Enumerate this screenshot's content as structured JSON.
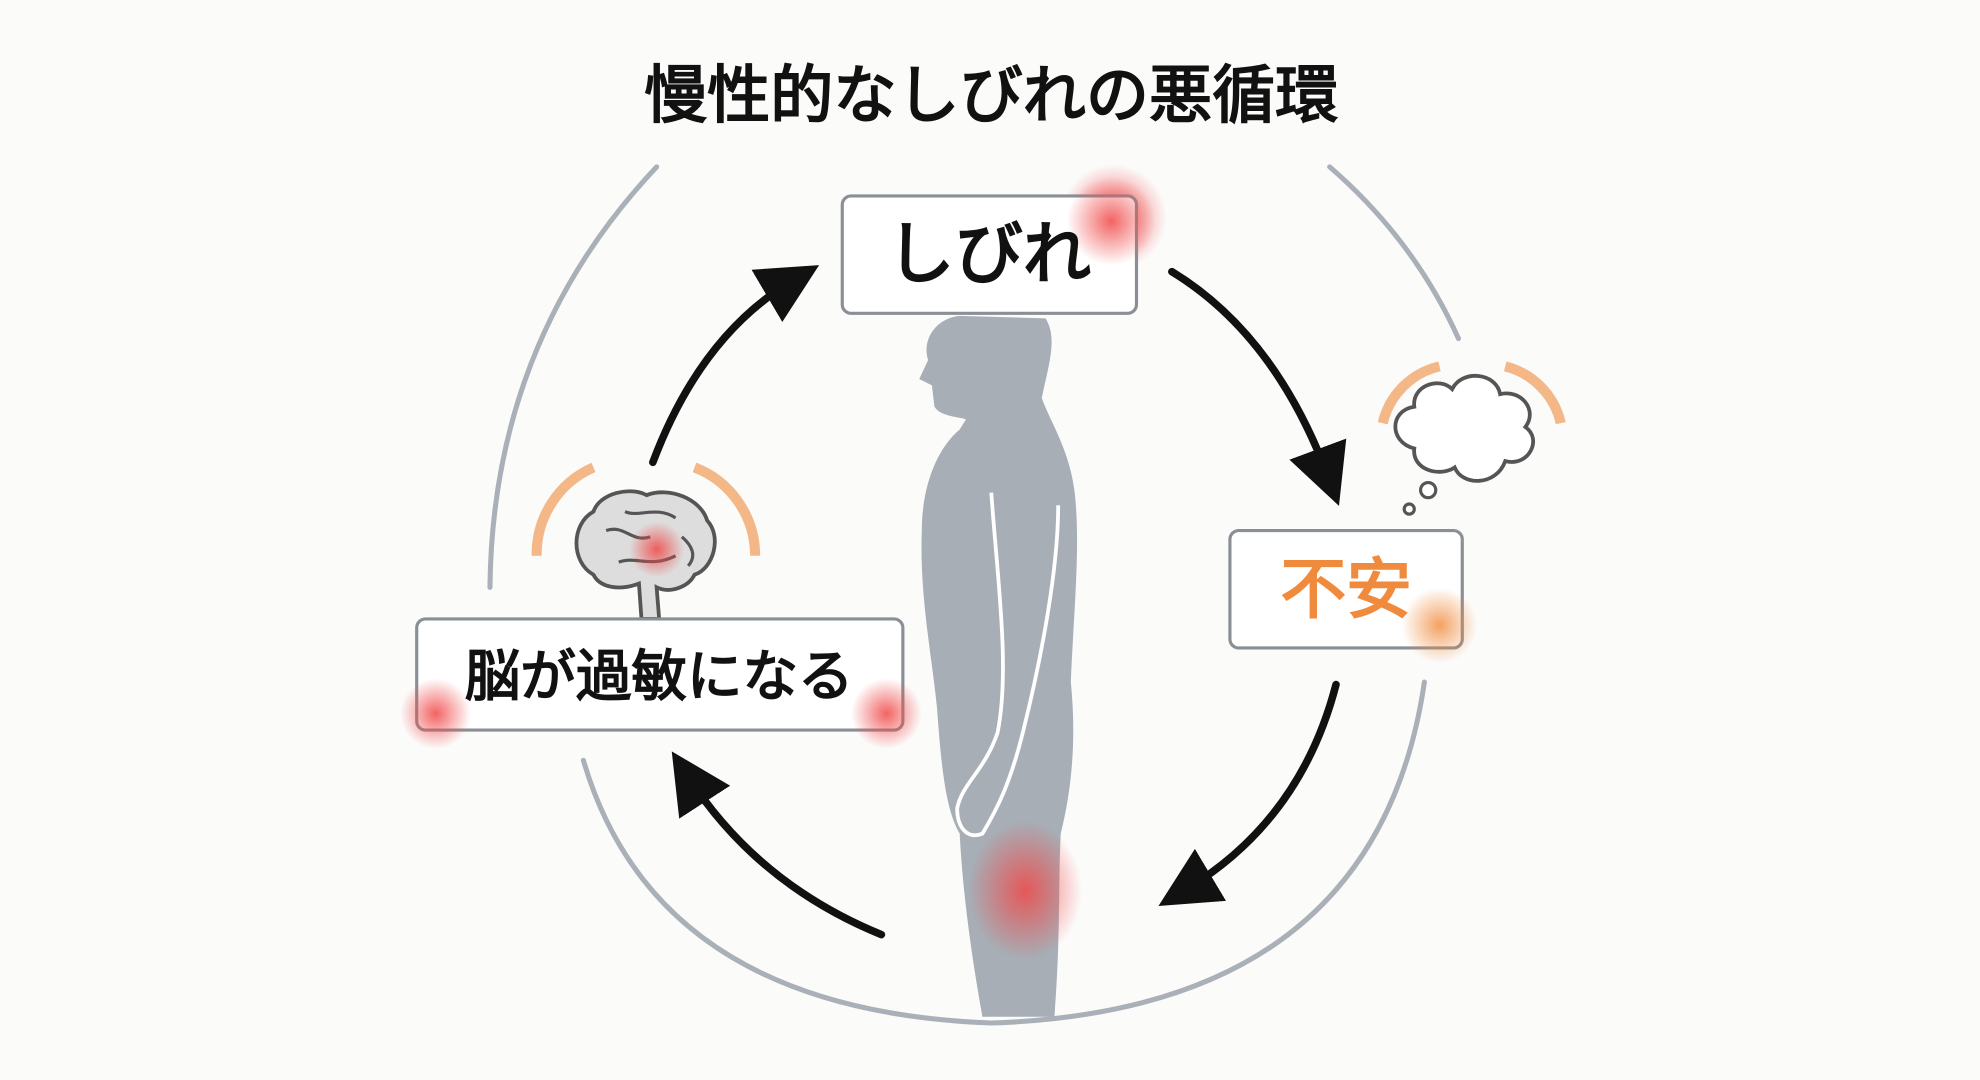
{
  "title": "慢性的なしびれの悪循環",
  "nodes": {
    "numbness": "しびれ",
    "anxiety": "不安",
    "brain_sensitive": "脳が過敏になる"
  },
  "colors": {
    "background": "#fbfbfa",
    "ring": "#a9b0b8",
    "arrow": "#111111",
    "silhouette": "#a7aeb6",
    "accent_orange": "#f08a3c",
    "pain_red": "#f04848"
  },
  "icons": [
    "brain-icon",
    "thought-cloud-icon",
    "person-silhouette"
  ]
}
